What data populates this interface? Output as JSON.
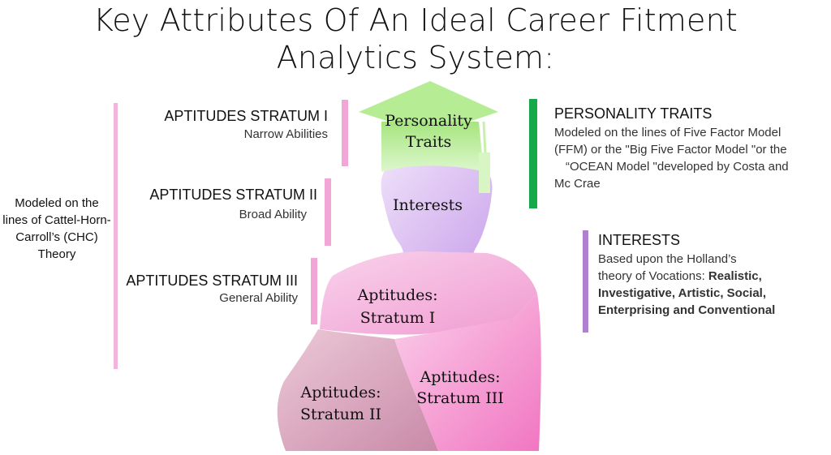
{
  "title_line1": "Key Attributes Of An Ideal Career Fitment",
  "title_line2": "Analytics System:",
  "left_note": "Modeled on the lines of Cattel-Horn-Carroll’s (CHC) Theory",
  "strata": [
    {
      "heading": "APTITUDES STRATUM I",
      "sub": "Narrow Abilities"
    },
    {
      "heading": "APTITUDES STRATUM II",
      "sub": "Broad Ability"
    },
    {
      "heading": "APTITUDES STRATUM III",
      "sub": "General Ability"
    }
  ],
  "figure": {
    "cap_label_1": "Personality",
    "cap_label_2": "Traits",
    "head_label": "Interests",
    "shoulder_label_1": "Aptitudes:",
    "shoulder_label_2": "Stratum I",
    "left_body_label_1": "Aptitudes:",
    "left_body_label_2": "Stratum II",
    "right_body_label_1": "Aptitudes:",
    "right_body_label_2": "Stratum III"
  },
  "personality": {
    "heading": "PERSONALITY TRAITS",
    "line1": "Modeled on the lines of Five Factor Model",
    "line2": "(FFM) or the \"Big Five Factor Model \"or the",
    "line3": "“OCEAN Model \"developed by Costa and",
    "line4": "Mc Crae"
  },
  "interests": {
    "heading": "INTERESTS",
    "line1": "Based upon the Holland’s",
    "line2_plain": "theory of Vocations: ",
    "line2_bold": "Realistic,",
    "line3": "Investigative, Artistic, Social,",
    "line4": "Enterprising and Conventional"
  },
  "colors": {
    "pink_bar": "#f2a6d6",
    "green_bar": "#17a84a",
    "purple_bar": "#b07fd0",
    "cap_green": "#b8ee9a",
    "head_purple": "#dcc0f0",
    "shoulder_pink": "#f4b6dd",
    "left_body": "#d9a9bf",
    "right_body": "#f58ccc"
  }
}
